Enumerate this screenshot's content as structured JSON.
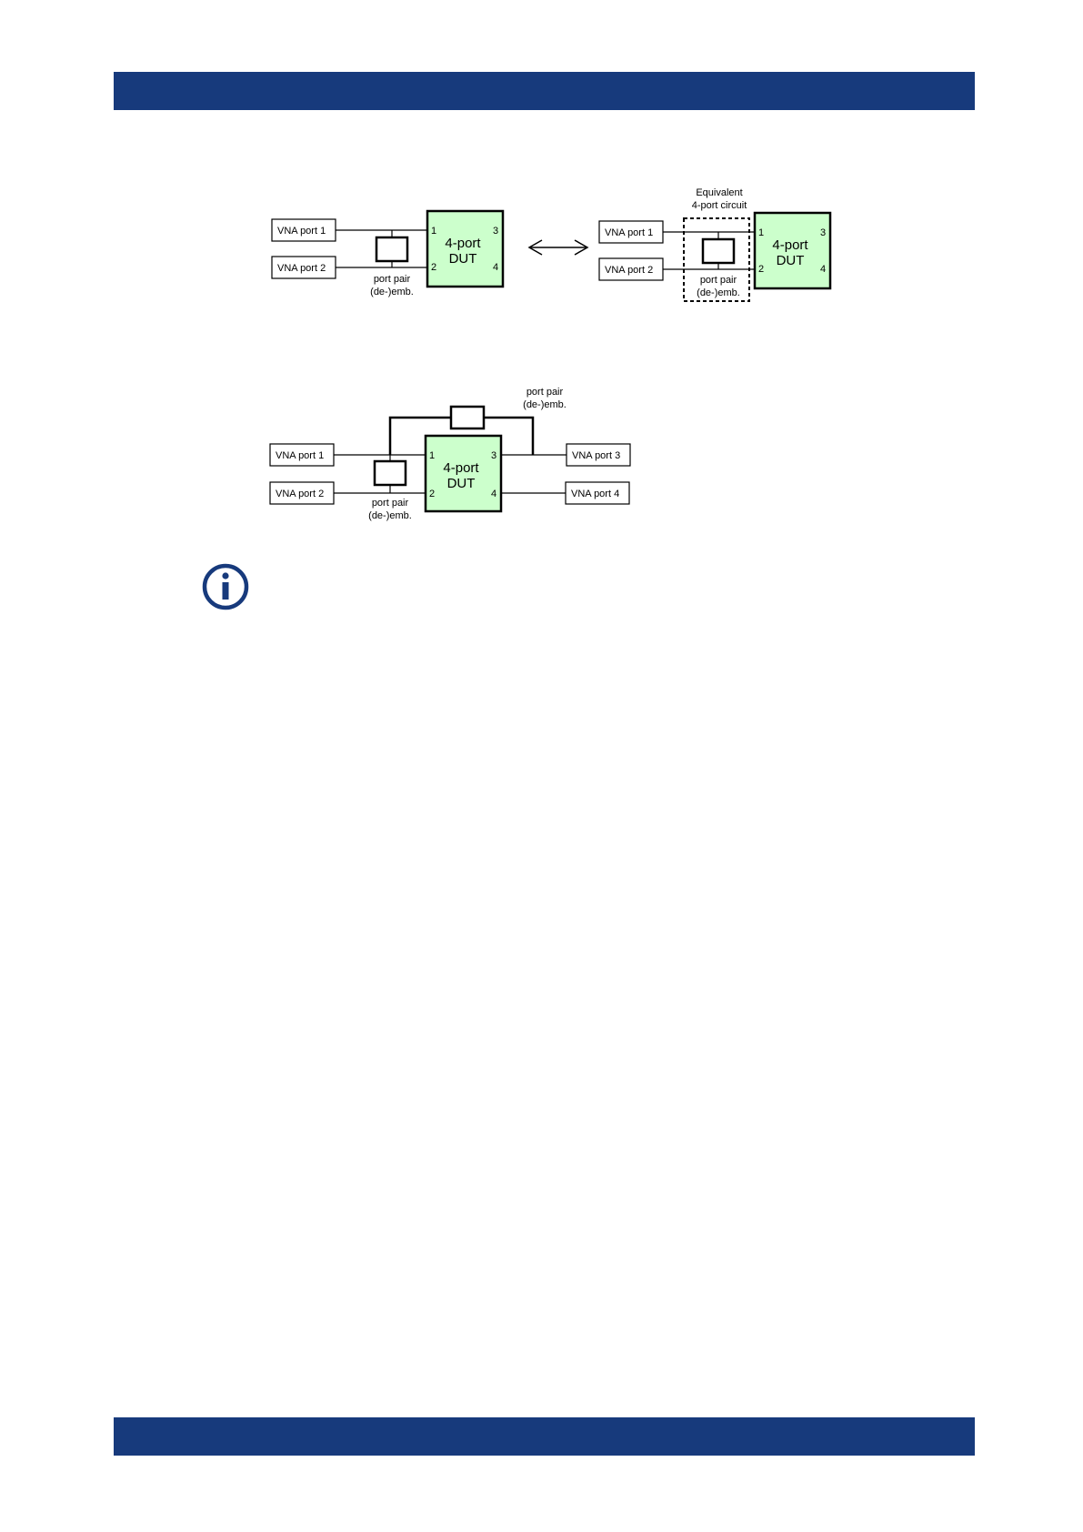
{
  "colors": {
    "header_band": "#173a7c",
    "footer_band": "#173a7c",
    "dut_fill": "#ccffcc",
    "info_icon": "#173a7c"
  },
  "diagram1": {
    "left": {
      "vna_port1": "VNA port 1",
      "vna_port2": "VNA port 2",
      "pair_label_1": "port pair",
      "pair_label_2": "(de-)emb.",
      "dut_line1": "4-port",
      "dut_line2": "DUT",
      "p1": "1",
      "p2": "2",
      "p3": "3",
      "p4": "4"
    },
    "right": {
      "equiv_line1": "Equivalent",
      "equiv_line2": "4-port circuit",
      "vna_port1": "VNA port 1",
      "vna_port2": "VNA port 2",
      "pair_label_1": "port pair",
      "pair_label_2": "(de-)emb.",
      "dut_line1": "4-port",
      "dut_line2": "DUT",
      "p1": "1",
      "p2": "2",
      "p3": "3",
      "p4": "4"
    }
  },
  "diagram2": {
    "top_pair_label_1": "port pair",
    "top_pair_label_2": "(de-)emb.",
    "vna_port1": "VNA port 1",
    "vna_port2": "VNA port 2",
    "vna_port3": "VNA port 3",
    "vna_port4": "VNA port 4",
    "pair_label_1": "port pair",
    "pair_label_2": "(de-)emb.",
    "dut_line1": "4-port",
    "dut_line2": "DUT",
    "p1": "1",
    "p2": "2",
    "p3": "3",
    "p4": "4"
  },
  "info_icon": "info-circle-icon"
}
